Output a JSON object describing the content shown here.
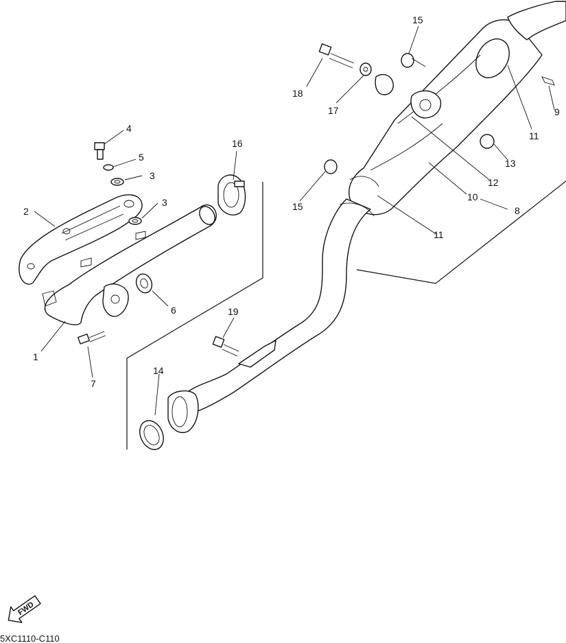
{
  "drawing_code": "5XC1110-C110",
  "fwd_label": "FWD",
  "callouts": [
    "1",
    "2",
    "3",
    "3",
    "4",
    "5",
    "6",
    "7",
    "8",
    "9",
    "10",
    "11",
    "11",
    "12",
    "13",
    "14",
    "15",
    "15",
    "16",
    "17",
    "18",
    "19"
  ],
  "colors": {
    "ink": "#111111",
    "paper": "#ffffff"
  },
  "icons": [
    "fwd-arrow-icon"
  ]
}
